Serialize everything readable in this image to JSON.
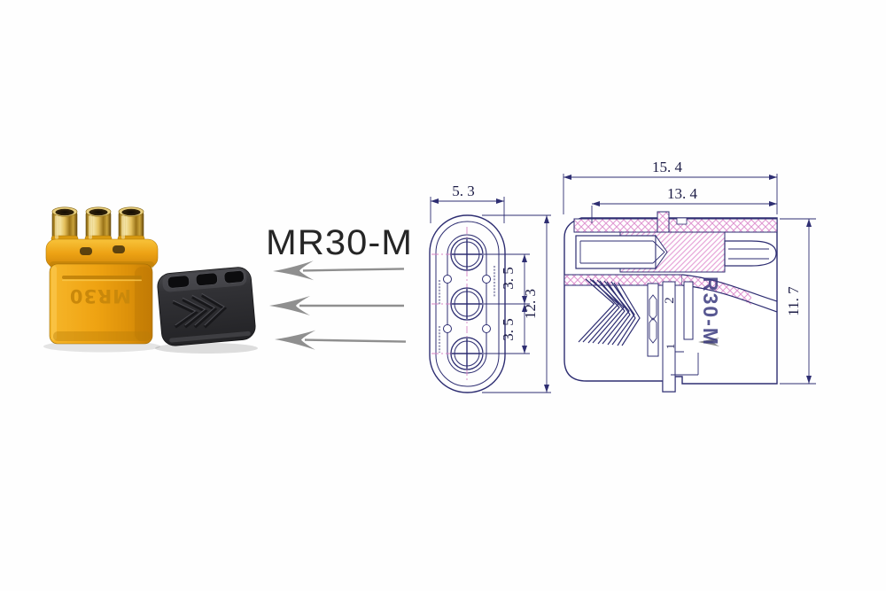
{
  "headline": {
    "label": "MR30-M"
  },
  "photo": {
    "embossed_text": "MR30",
    "colors": {
      "body_yellow": "#efa312",
      "pin_gold": "#e0bd55",
      "cap_black": "#2c2c30"
    }
  },
  "arrows": {
    "count": 3,
    "color": "#8f8f8f"
  },
  "front_view": {
    "dims": {
      "width": "5. 3",
      "height": "12. 3",
      "pitch_upper": "3. 5",
      "pitch_lower": "3. 5"
    }
  },
  "side_view": {
    "dims": {
      "overall_width": "15. 4",
      "inner_width": "13. 4",
      "height": "11. 7"
    },
    "part_labels": {
      "upper": "2",
      "lower": "1"
    },
    "molded_text": "R30-M"
  },
  "drawing_style": {
    "line_color": "#2e2e72",
    "hatch_pink": "#e098d2",
    "dim_text_color": "#1c1c46",
    "arrow_gray": "#8f8f8f"
  }
}
